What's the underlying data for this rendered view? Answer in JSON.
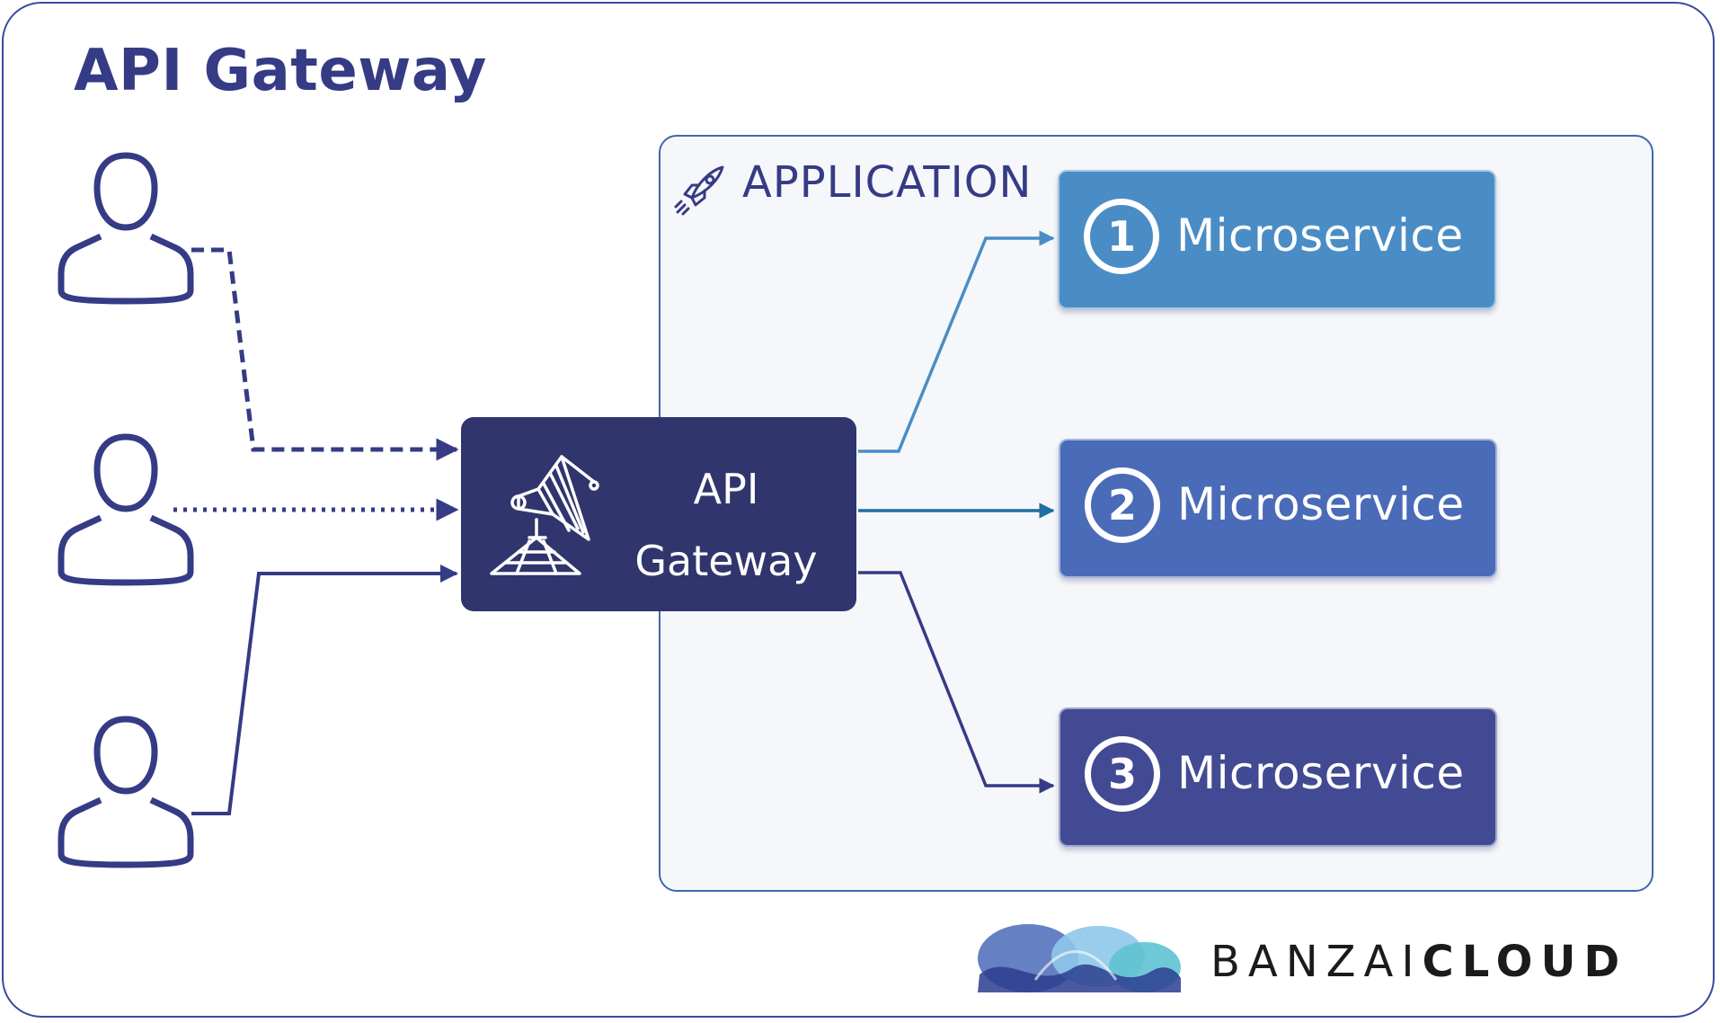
{
  "title": "API Gateway",
  "application": {
    "label": "APPLICATION",
    "icon": "rocket-icon"
  },
  "gateway": {
    "line1": "API",
    "line2": "Gateway",
    "icon": "radar-dish-icon"
  },
  "microservices": [
    {
      "number": "1",
      "label": "Microservice",
      "color": "#4a8dc6"
    },
    {
      "number": "2",
      "label": "Microservice",
      "color": "#4a6bb8"
    },
    {
      "number": "3",
      "label": "Microservice",
      "color": "#424a94"
    }
  ],
  "users": [
    {
      "icon": "user-icon",
      "connection": "dashed"
    },
    {
      "icon": "user-icon",
      "connection": "dotted"
    },
    {
      "icon": "user-icon",
      "connection": "solid"
    }
  ],
  "logo": {
    "part1": "BANZAI",
    "part2": "CLOUD"
  },
  "colors": {
    "navy": "#353b84",
    "gateway": "#31356d",
    "border": "#3f67b1"
  }
}
